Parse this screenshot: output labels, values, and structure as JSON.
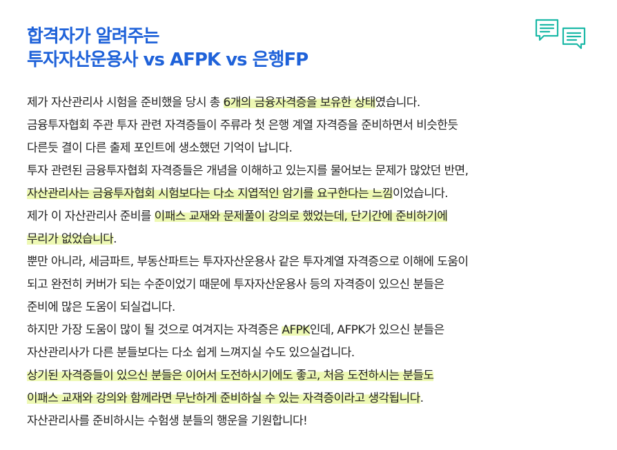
{
  "heading": {
    "line1": "합격자가 알려주는",
    "line2": "투자자산운용사 vs AFPK vs 은행FP"
  },
  "icons": {
    "left": "chat-bubble-icon",
    "right": "chat-bubble-icon",
    "accent_color": "#1ab8a6"
  },
  "colors": {
    "heading": "#1f62d9",
    "text": "#222222",
    "highlight": "#eef9b4"
  },
  "paragraph": {
    "l1": {
      "a": "제가 자산관리사 시험을 준비했을 당시 총 ",
      "h": "6개의 금융자격증을 보유한 상태",
      "b": "였습니다."
    },
    "l2": "금융투자협회 주관 투자 관련 자격증들이 주류라 첫 은행 계열 자격증을 준비하면서 비슷한듯",
    "l3": "다른듯 결이 다른 출제 포인트에 생소했던 기억이 납니다.",
    "l4": "투자 관련된 금융투자협회 자격증들은 개념을 이해하고 있는지를 물어보는 문제가 많았던 반면,",
    "l5": {
      "h": "자산관리사는 금융투자협회 시험보다는 다소 지엽적인 암기를 요구한다는 느낌",
      "b": "이었습니다."
    },
    "l6": {
      "a": "제가 이 자산관리사 준비를 ",
      "h": "이패스 교재와 문제풀이 강의로 했었는데, 단기간에 준비하기에"
    },
    "l7": {
      "h": "무리가 없었습니다",
      "b": "."
    },
    "l8": "뿐만 아니라, 세금파트, 부동산파트는 투자자산운용사 같은 투자계열 자격증으로 이해에 도움이",
    "l9": "되고 완전히 커버가 되는 수준이었기 때문에 투자자산운용사 등의 자격증이 있으신 분들은",
    "l10": "준비에 많은 도움이 되실겁니다.",
    "l11": {
      "a": "하지만 가장 도움이 많이 될 것으로 여겨지는 자격증은 ",
      "h": "AFPK",
      "b": "인데, AFPK가 있으신 분들은"
    },
    "l12": "자산관리사가 다른 분들보다는 다소 쉽게 느껴지실 수도 있으실겁니다.",
    "l13": {
      "h": "상기된 자격증들이 있으신 분들은 이어서 도전하시기에도 좋고, 처음 도전하시는 분들도"
    },
    "l14": {
      "h": "이패스 교재와 강의와 함께라면 무난하게 준비하실 수 있는 자격증이라고 생각됩니다",
      "b": "."
    },
    "l15": "자산관리사를 준비하시는 수험생 분들의 행운을 기원합니다!"
  }
}
